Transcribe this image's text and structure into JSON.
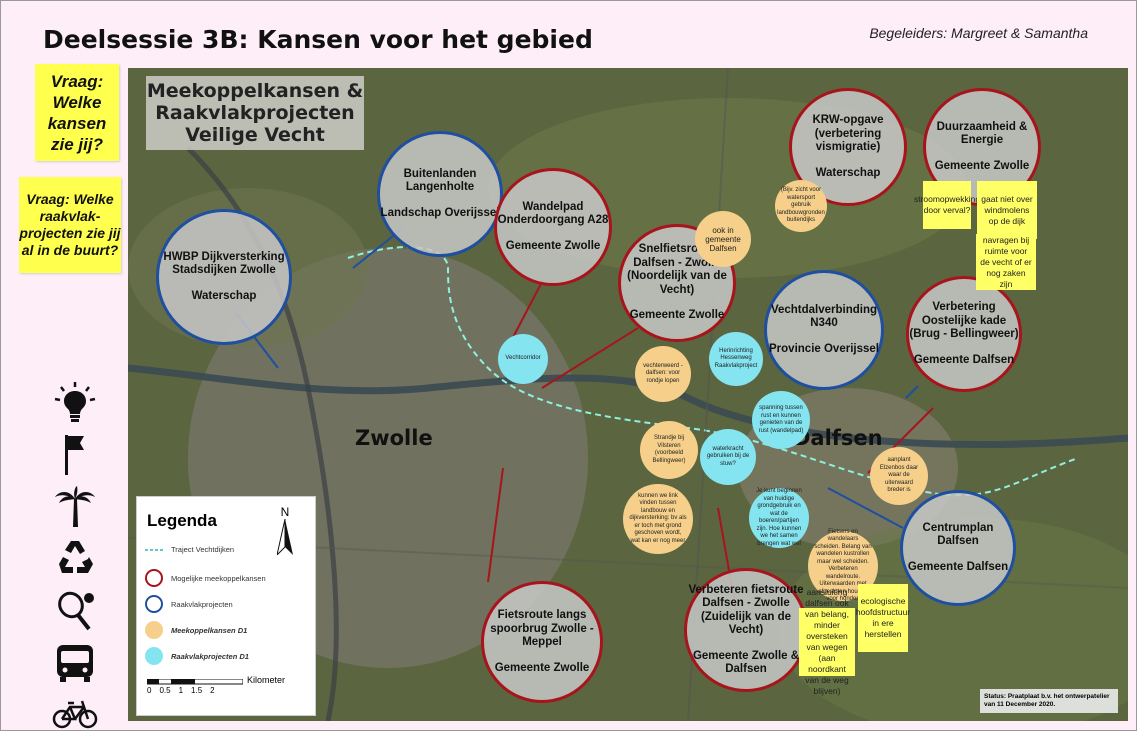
{
  "header": {
    "title": "Deelsessie 3B: Kansen voor het gebied",
    "facilitators": "Begeleiders: Margreet & Samantha"
  },
  "questions": {
    "q1": "Vraag: Welke kansen zie jij?",
    "q2": "Vraag: Welke raakvlak-projecten zie jij al in de buurt?"
  },
  "icons": [
    "lightbulb-icon",
    "flag-icon",
    "palm-tree-icon",
    "recycle-icon",
    "tennis-icon",
    "bus-icon",
    "bicycle-icon"
  ],
  "map": {
    "title": "Meekoppelkansen & Raakvlakprojecten Veilige Vecht",
    "places": {
      "zwolle": "Zwolle",
      "dalfsen": "Dalfsen"
    },
    "big_circles": [
      {
        "id": "hwbp",
        "type": "raakvlak",
        "title": "HWBP Dijkversterking Stadsdijken Zwolle",
        "owner": "Waterschap"
      },
      {
        "id": "buitenlanden",
        "type": "raakvlak",
        "title": "Buitenlanden Langenholte",
        "owner": "Landschap Overijssel"
      },
      {
        "id": "wandelpad",
        "type": "meekoppel",
        "title": "Wandelpad Onderdoorgang A28",
        "owner": "Gemeente Zwolle"
      },
      {
        "id": "snelfiets",
        "type": "meekoppel",
        "title": "Snelfietsroute Dalfsen - Zwolle (Noordelijk van de Vecht)",
        "owner": "Gemeente Zwolle"
      },
      {
        "id": "krw",
        "type": "meekoppel",
        "title": "KRW-opgave (verbetering vismigratie)",
        "owner": "Waterschap"
      },
      {
        "id": "duurzaam",
        "type": "meekoppel",
        "title": "Duurzaamheid & Energie",
        "owner": "Gemeente Zwolle"
      },
      {
        "id": "vechtdal",
        "type": "raakvlak",
        "title": "Vechtdalverbinding N340",
        "owner": "Provincie Overijssel"
      },
      {
        "id": "oostkade",
        "type": "meekoppel",
        "title": "Verbetering Oostelijke kade (Brug - Bellingweer)",
        "owner": "Gemeente Dalfsen"
      },
      {
        "id": "centrum",
        "type": "raakvlak",
        "title": "Centrumplan Dalfsen",
        "owner": "Gemeente Dalfsen"
      },
      {
        "id": "spoorbrug",
        "type": "meekoppel",
        "title": "Fietsroute langs spoorbrug Zwolle - Meppel",
        "owner": "Gemeente Zwolle"
      },
      {
        "id": "fietszuid",
        "type": "meekoppel",
        "title": "Verbeteren fietsroute Dalfsen - Zwolle (Zuidelijk van de Vecht)",
        "owner": "Gemeente Zwolle & Dalfsen"
      }
    ],
    "small_circles": [
      {
        "id": "s1",
        "kind": "y",
        "text": "ook in gemeente Dalfsen"
      },
      {
        "id": "s2",
        "kind": "y",
        "text": "(Bijv. zicht voor watersport gebruik landbouwgronden buitendijks"
      },
      {
        "id": "s3",
        "kind": "c",
        "text": "Vechtcorridor"
      },
      {
        "id": "s4",
        "kind": "y",
        "text": "vechterweerd - dalfsen: voor rondje lopen"
      },
      {
        "id": "s5",
        "kind": "c",
        "text": "Herinrichting Hessenweg Raakvlakproject"
      },
      {
        "id": "s6",
        "kind": "c",
        "text": "spanning tussen rust en kunnen genieten van de rust (wandelpad)"
      },
      {
        "id": "s7",
        "kind": "y",
        "text": "Strandje bij Vilsteren (voorbeeld Bellingweer)"
      },
      {
        "id": "s8",
        "kind": "c",
        "text": "waterkracht gebruiken bij de stuw?"
      },
      {
        "id": "s9",
        "kind": "y",
        "text": "aanplant Elzenbos daar waar de uiterwaard breder is"
      },
      {
        "id": "s10",
        "kind": "y",
        "text": "kunnen we link vinden tussen landbouw en dijkversterking: bv als er toch met grond geschoven wordt, wat kan er nog meer"
      },
      {
        "id": "s11",
        "kind": "c",
        "text": "Je kunt beginnen van huidige grondgebruik en wat de boeren/partijen zijn. Hoe kunnen we het samen brengen wat wel"
      },
      {
        "id": "s12",
        "kind": "y",
        "text": "Fietsers en wandelaars scheiden. Belang van wandelen kustrollen maar wel scheiden. Verbeteren wandelroute. Uiterwaarden met afgesloten houden voor honden"
      }
    ],
    "notes": [
      {
        "id": "n1",
        "text": "stroomopwekking door verval?"
      },
      {
        "id": "n2",
        "text": "gaat niet over windmolens op de dijk"
      },
      {
        "id": "n3",
        "text": "navragen bij ruimte voor de vecht of er nog zaken zijn"
      },
      {
        "id": "n4",
        "text": "aansluiting dalfsen ook van belang, minder oversteken van wegen (aan noordkant van de weg blijven)"
      },
      {
        "id": "n5",
        "text": "ecologische hoofdstructuur in ere herstellen"
      }
    ],
    "legend": {
      "title": "Legenda",
      "north": "N",
      "items": [
        "Traject Vechtdijken",
        "Mogelijke meekoppelkansen",
        "Raakvlakprojecten",
        "Meekoppelkansen D1",
        "Raakvlakprojecten D1"
      ],
      "scale_ticks": [
        "0",
        "0.5",
        "1",
        "1.5",
        "2"
      ],
      "scale_unit": "Kilometer"
    },
    "status": "Status: Praatplaat b.v. het ontwerpatelier van 11 December 2020."
  },
  "colors": {
    "meekoppel": "#a8141c",
    "raakvlak": "#1f4fa0",
    "yellow_circle": "#f6d08a",
    "cyan_circle": "#84e4f0",
    "sticky": "#ffff4d"
  }
}
